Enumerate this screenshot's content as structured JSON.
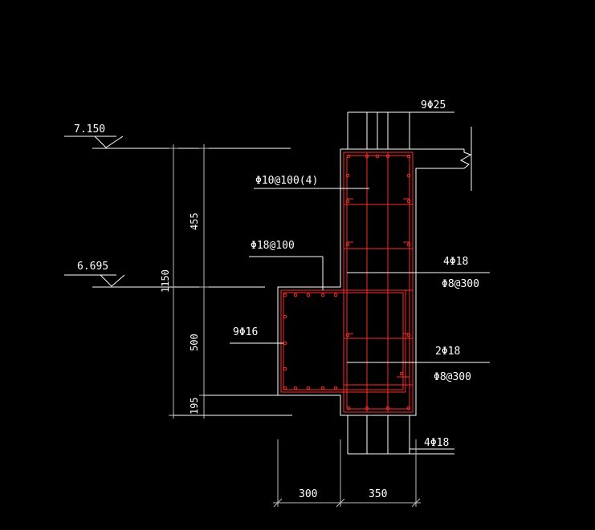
{
  "colors": {
    "background": "#000000",
    "outline": "#ffffff",
    "rebar": "#ff2a2a",
    "dimension": "#bdbdbd"
  },
  "elevations": {
    "top": "7.150",
    "mid": "6.695"
  },
  "dimensions": {
    "total": "1150",
    "upper": "455",
    "middle": "500",
    "bottom": "195",
    "left_width": "300",
    "right_width": "350"
  },
  "annotations": {
    "top_bars": "9Φ25",
    "stirrup_upper": "Φ10@100(4)",
    "stirrup_bracket": "Φ18@100",
    "right_upper_bars": "4Φ18",
    "right_upper_tie": "Φ8@300",
    "bracket_bars": "9Φ16",
    "right_lower_bars": "2Φ18",
    "right_lower_tie": "Φ8@300",
    "bottom_bars": "4Φ18"
  }
}
